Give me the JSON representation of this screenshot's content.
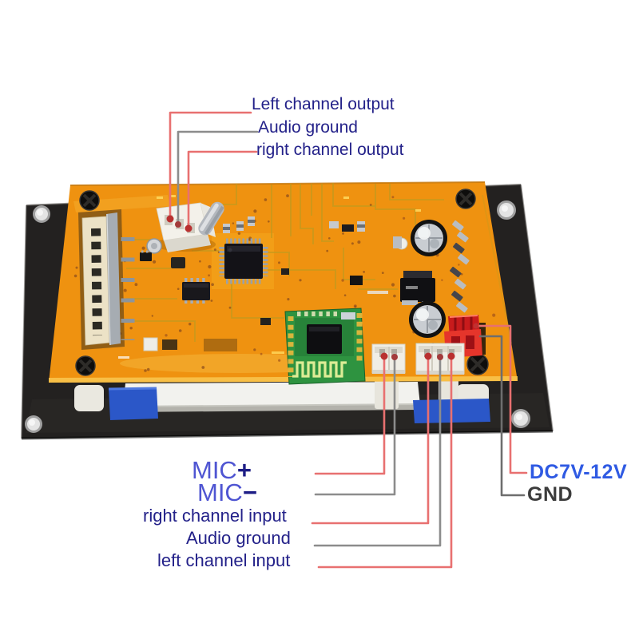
{
  "page": {
    "background": "#ffffff",
    "description": "Annotated photo of a Bluetooth MP3 decoder PCB mounted on a black bracket, with wiring labels for audio outputs, inputs, microphone and power"
  },
  "annotations": {
    "left_channel_output": "Left channel output",
    "audio_ground_top": "Audio ground",
    "right_channel_output": "right channel output",
    "mic_plus": {
      "word": "MIC",
      "sign": "+"
    },
    "mic_minus": {
      "word": "MIC",
      "sign": "−"
    },
    "right_channel_input": "right channel input",
    "audio_ground_bottom": "Audio ground",
    "left_channel_input": "left channel input",
    "dc_power": "DC7V-12V",
    "ground": "GND"
  },
  "colors": {
    "label_navy": "#232189",
    "mic_blue": "#4f55d2",
    "dc_blue": "#2f5ae3",
    "gnd_gray": "#3c3c3c",
    "annotation_red": "#e87070",
    "annotation_gray": "#8c8c8c",
    "pcb_orange": "#ef9210",
    "bracket_black": "#232120",
    "bluetooth_green": "#2e9340",
    "dc_connector_red": "#d6251f",
    "lcd_white": "#f2f2ee",
    "tab_blue": "#2b57c8"
  }
}
